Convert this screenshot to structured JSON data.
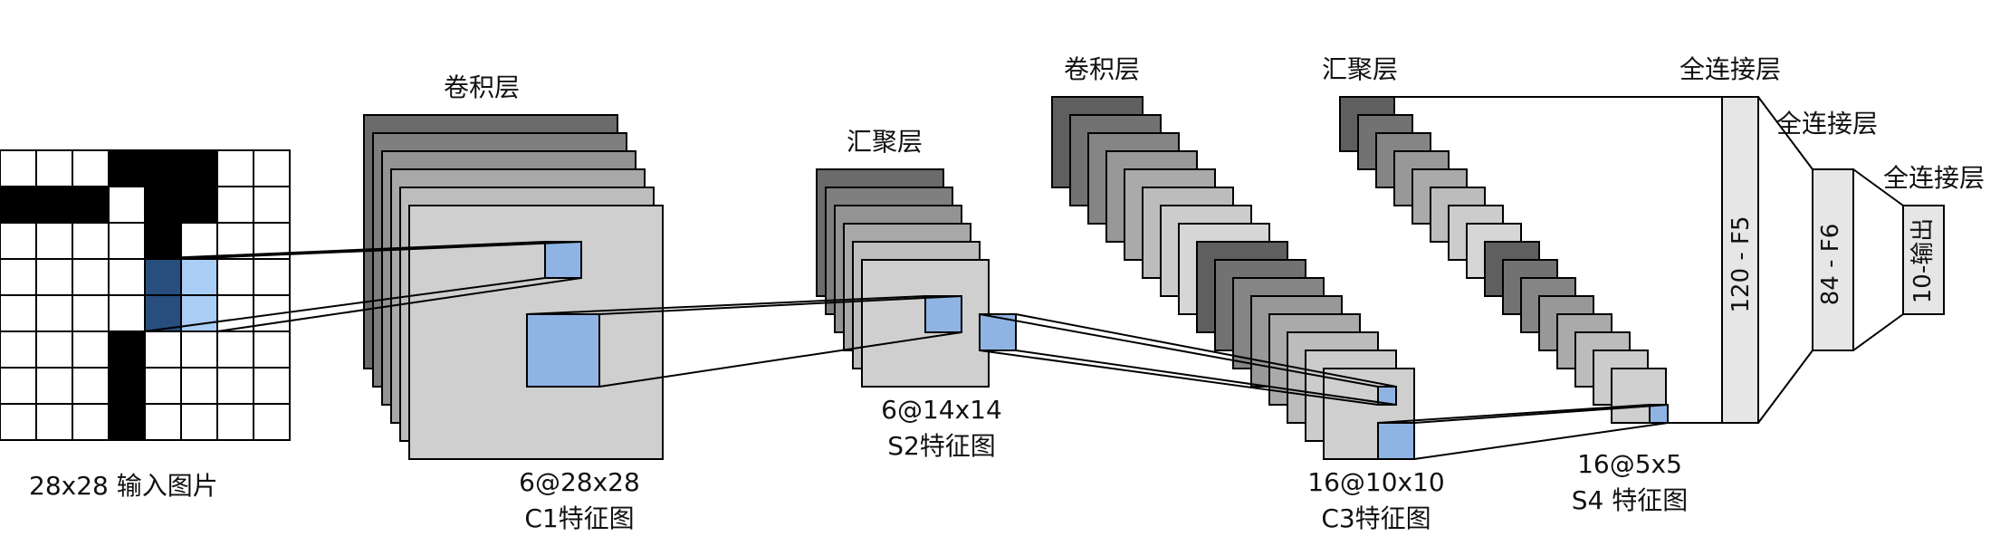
{
  "input": {
    "caption": "28x28 输入图片",
    "grid_rows": 8,
    "grid_cols": 8,
    "filled_cells": [
      [
        0,
        3
      ],
      [
        0,
        4
      ],
      [
        0,
        5
      ],
      [
        1,
        0
      ],
      [
        1,
        1
      ],
      [
        1,
        2
      ],
      [
        1,
        4
      ],
      [
        1,
        5
      ],
      [
        2,
        4
      ],
      [
        3,
        4
      ],
      [
        4,
        4
      ],
      [
        5,
        3
      ],
      [
        6,
        3
      ],
      [
        7,
        3
      ]
    ],
    "highlight_cells": [
      {
        "r": 3,
        "c": 4,
        "tone": "dark"
      },
      {
        "r": 3,
        "c": 5,
        "tone": "light"
      },
      {
        "r": 4,
        "c": 4,
        "tone": "dark"
      },
      {
        "r": 4,
        "c": 5,
        "tone": "light"
      }
    ]
  },
  "c1": {
    "title": "卷积层",
    "size": "6@28x28",
    "name": "C1特征图",
    "maps": 6
  },
  "s2": {
    "title": "汇聚层",
    "size": "6@14x14",
    "name": "S2特征图",
    "maps": 6
  },
  "c3": {
    "title": "卷积层",
    "size": "16@10x10",
    "name": "C3特征图",
    "maps": 16
  },
  "s4": {
    "title": "汇聚层",
    "size": "16@5x5",
    "name": "S4 特征图",
    "maps": 16
  },
  "f5": {
    "title": "全连接层",
    "label": "120 - F5"
  },
  "f6": {
    "title": "全连接层",
    "label": "84 - F6"
  },
  "out": {
    "title": "全连接层",
    "label": "10-输出"
  },
  "colors": {
    "stroke": "#000000",
    "black_cell": "#000000",
    "highlight_dark": "#284e7d",
    "highlight_light": "#a9cdf5",
    "kernel_fill": "#8fb4e3",
    "front_map": "#cfcfcf",
    "fc_fill": "#e6e6e6",
    "map_shades": [
      "#6b6b6b",
      "#7f7f7f",
      "#939393",
      "#a8a8a8",
      "#bdbdbd",
      "#cfcfcf"
    ]
  }
}
